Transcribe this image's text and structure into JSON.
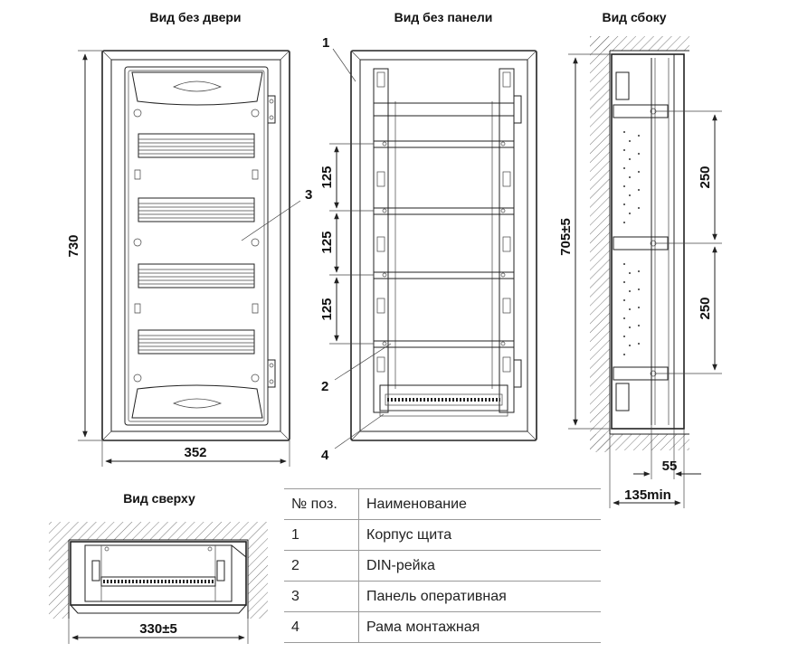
{
  "views": {
    "front": "Вид без двери",
    "panel": "Вид без панели",
    "side": "Вид сбоку",
    "top": "Вид сверху"
  },
  "dimensions": {
    "height": "730",
    "width": "352",
    "rail_pitch_1": "125",
    "rail_pitch_2": "125",
    "rail_pitch_3": "125",
    "inner_height": "705±5",
    "side_pitch_1": "250",
    "side_pitch_2": "250",
    "depth_inner": "55",
    "depth_min": "135min",
    "niche_width": "330±5"
  },
  "callouts": {
    "c1": "1",
    "c2": "2",
    "c3": "3",
    "c4": "4"
  },
  "table": {
    "header": {
      "pos": "№ поз.",
      "name": "Наименование"
    },
    "rows": [
      {
        "pos": "1",
        "name": "Корпус щита"
      },
      {
        "pos": "2",
        "name": "DIN-рейка"
      },
      {
        "pos": "3",
        "name": "Панель оперативная"
      },
      {
        "pos": "4",
        "name": "Рама монтажная"
      }
    ]
  }
}
